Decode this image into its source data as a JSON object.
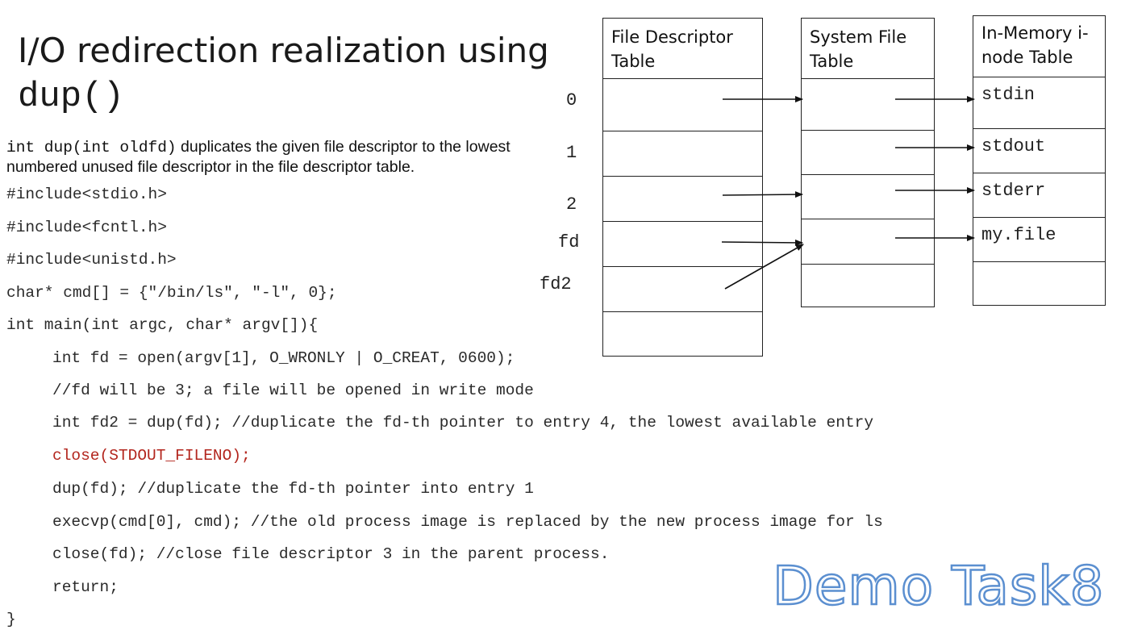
{
  "slide": {
    "title_line1": "I/O redirection realization using",
    "title_line2": "dup()",
    "desc_code": "int dup(int oldfd)",
    "desc_text": " duplicates the given file descriptor to the lowest numbered unused file descriptor in the file descriptor table.",
    "code_lines": [
      "#include<stdio.h>",
      "#include<fcntl.h>",
      "#include<unistd.h>",
      "char* cmd[] = {\"/bin/ls\", \"-l\", 0};",
      "int main(int argc, char* argv[]){",
      "int fd = open(argv[1], O_WRONLY | O_CREAT, 0600);",
      "//fd will be 3; a file will be opened in write mode",
      "int fd2 = dup(fd); //duplicate the fd-th pointer to entry 4, the lowest available entry",
      "close(STDOUT_FILENO);",
      "dup(fd); //duplicate the fd-th pointer into entry 1",
      "execvp(cmd[0], cmd); //the old process image is replaced by the new process image for ls",
      "close(fd); //close file descriptor 3 in the parent process.",
      "return;",
      "}"
    ],
    "highlight_color": "#b3261e",
    "demo_label": "Demo Task8"
  },
  "diagram": {
    "fd_table_title": "File Descriptor Table",
    "sys_table_title": "System File Table",
    "inode_table_title": "In-Memory i-node Table",
    "fd_indices": [
      "0",
      "1",
      "2",
      "fd",
      "fd2"
    ],
    "inode_entries": [
      "stdin",
      "stdout",
      "stderr",
      "my.file"
    ]
  }
}
